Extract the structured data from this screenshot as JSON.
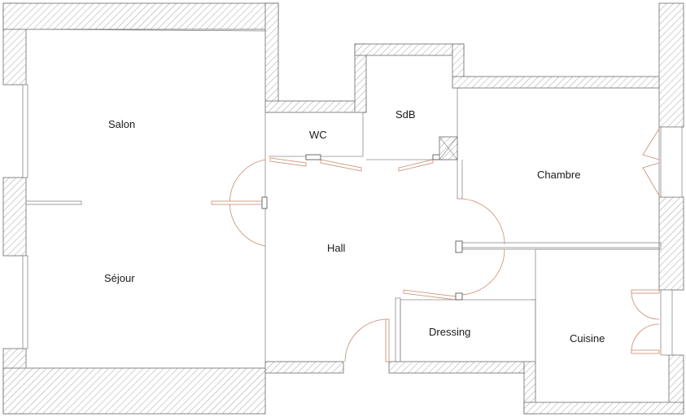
{
  "rooms": {
    "salon": "Salon",
    "sejour": "Séjour",
    "wc": "WC",
    "sdb": "SdB",
    "hall": "Hall",
    "chambre": "Chambre",
    "dressing": "Dressing",
    "cuisine": "Cuisine"
  },
  "colors": {
    "wall_line": "#6a6a6a",
    "hatch": "#9a9a9a",
    "door": "#c98b6e",
    "background": "#ffffff"
  }
}
